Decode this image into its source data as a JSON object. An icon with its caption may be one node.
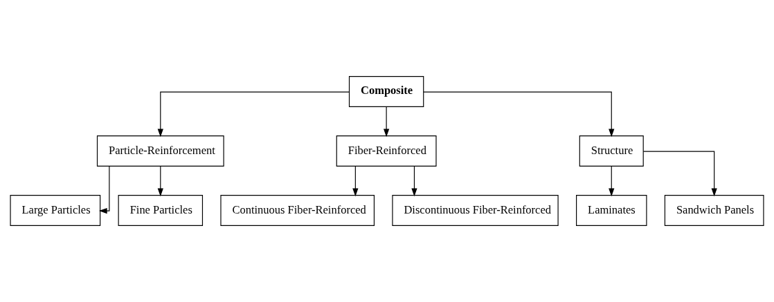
{
  "diagram": {
    "nodes": [
      {
        "text": [
          "Composite"
        ]
      },
      {
        "text": [
          "Particle-Reinforcement"
        ]
      },
      {
        "text": [
          "Fiber-Reinforced"
        ]
      },
      {
        "text": [
          "Structure"
        ]
      },
      {
        "text": [
          "Large Particles"
        ]
      },
      {
        "text": [
          "Fine Particles"
        ]
      },
      {
        "text": [
          "Continuous Fiber-Reinforced"
        ]
      },
      {
        "text": [
          "Discontinuous Fiber-Reinforced"
        ]
      },
      {
        "text": [
          "Laminates"
        ]
      },
      {
        "text": [
          "Sandwich Panels"
        ]
      }
    ],
    "edges": [
      {
        "from": 0,
        "to": 1,
        "arrow": "to"
      },
      {
        "from": 0,
        "to": 2,
        "arrow": "to"
      },
      {
        "from": 0,
        "to": 3,
        "arrow": "to"
      },
      {
        "from": 1,
        "to": 4,
        "arrow": "to"
      },
      {
        "from": 1,
        "to": 5,
        "arrow": "to"
      },
      {
        "from": 2,
        "to": 6,
        "arrow": "to"
      },
      {
        "from": 2,
        "to": 7,
        "arrow": "to"
      },
      {
        "from": 3,
        "to": 8,
        "arrow": "to"
      },
      {
        "from": 3,
        "to": 9,
        "arrow": "to"
      }
    ]
  }
}
